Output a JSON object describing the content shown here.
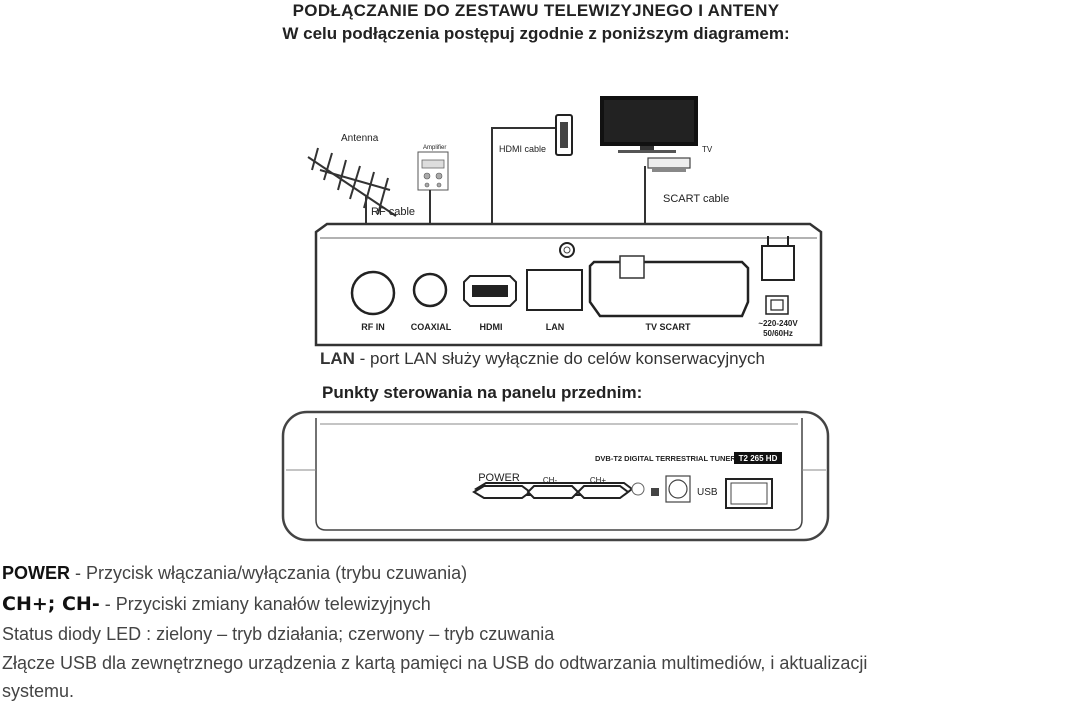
{
  "header": {
    "title": "PODŁĄCZANIE DO ZESTAWU TELEWIZYJNEGO I ANTENY",
    "subtitle": "W celu podłączenia postępuj zgodnie z poniższym diagramem:"
  },
  "rear_diagram": {
    "labels": {
      "antenna": "Antenna",
      "amplifier": "Amplifier",
      "rf_cable": "RF cable",
      "hdmi_cable": "HDMI cable",
      "tv": "TV",
      "scart_cable": "SCART cable"
    },
    "ports": {
      "rf_in": "RF IN",
      "coaxial": "COAXIAL",
      "hdmi": "HDMI",
      "lan": "LAN",
      "tv_scart": "TV SCART",
      "power_line1": "~220-240V",
      "power_line2": "50/60Hz"
    }
  },
  "lan_note": {
    "term": "LAN",
    "text": " - port LAN służy wyłącznie do celów konserwacyjnych"
  },
  "front_panel": {
    "heading": "Punkty sterowania na panelu przednim:",
    "model_text": "DVB-T2 DIGITAL TERRESTRIAL TUNER",
    "model_badge": "T2 265 HD",
    "buttons": {
      "power": "POWER",
      "ch_minus": "CH-",
      "ch_plus": "CH+"
    },
    "usb_label": "USB"
  },
  "legend": {
    "power_term": "POWER",
    "power_text": " - Przycisk włączania/wyłączania (trybu czuwania)",
    "ch_term": "CH+; CH-",
    "ch_text": " - Przyciski zmiany kanałów telewizyjnych",
    "led_text": "Status diody LED : zielony – tryb działania; czerwony – tryb czuwania",
    "usb_text_line1": "Złącze USB dla zewnętrznego urządzenia z kartą pamięci na USB do odtwarzania multimediów, i aktualizacji",
    "usb_text_line2": "systemu."
  }
}
